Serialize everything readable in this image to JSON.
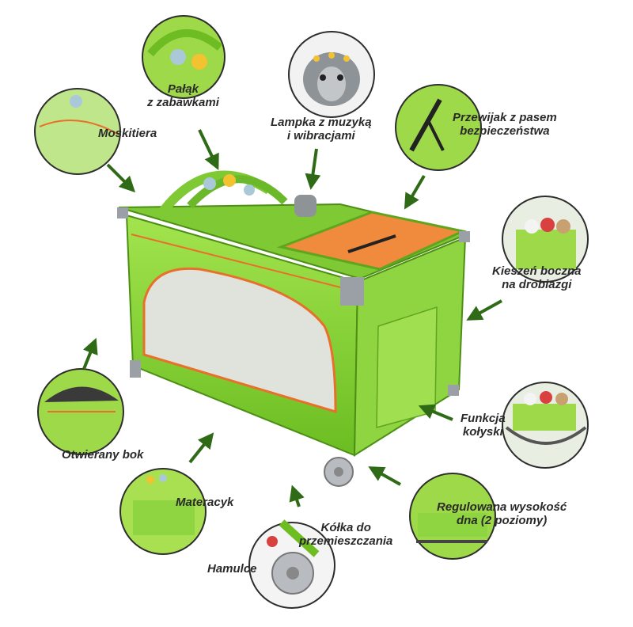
{
  "labels": {
    "palak": [
      "Pałąk",
      "z zabawkami"
    ],
    "moskitiera": "Moskitiera",
    "lampka": [
      "Lampka z muzyką",
      "i wibracjami"
    ],
    "przewijak": [
      "Przewijak z pasem",
      "bezpieczeństwa"
    ],
    "kieszen": [
      "Kieszeń boczna",
      "na drobiazgi"
    ],
    "funkcja": [
      "Funkcja",
      "kołyski"
    ],
    "otwierany": "Otwierany bok",
    "materacyk": "Materacyk",
    "kolka": [
      "Kółka do",
      "przemieszczania"
    ],
    "regulowana": [
      "Regulowana wysokość",
      "dna (2 poziomy)"
    ],
    "hamulce": "Hamulce"
  },
  "colors": {
    "crib_green": "#8cd43a",
    "crib_dark_green": "#5fa51e",
    "mesh": "#d8ddd6",
    "orange": "#e8702a",
    "frame_grey": "#9aa0a6",
    "arrow_green": "#2f6b17",
    "circle_border": "#2d2d2d"
  }
}
